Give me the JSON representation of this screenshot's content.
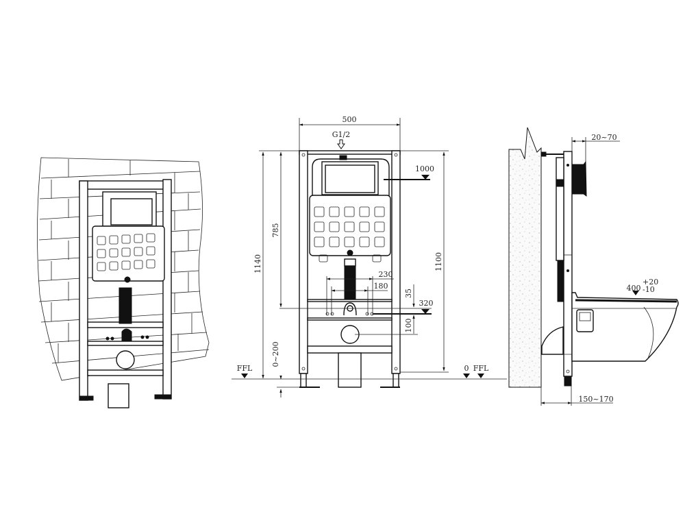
{
  "drawing": {
    "title": "Concealed cistern installation frame — technical drawing",
    "views": {
      "perspective": {
        "label": "perspective-view"
      },
      "front": {
        "label": "front-view",
        "dimensions": {
          "width": "500",
          "water_inlet": "G1/2",
          "inlet_height": "1000",
          "frame_height": "1140",
          "flush_height": "785",
          "top_height": "1100",
          "bolt_spacing_outer": "230",
          "bolt_spacing_inner": "180",
          "offset_35": "35",
          "bolt_height": "320",
          "offset_100": "100",
          "leg_adjust": "0~200",
          "ffl_left": "FFL",
          "zero": "0",
          "ffl_right": "FFL"
        }
      },
      "side": {
        "label": "side-view",
        "dimensions": {
          "plate_depth": "20~70",
          "seat_height": "400",
          "seat_tol_plus": "+20",
          "seat_tol_minus": "-10",
          "wall_depth": "150~170"
        }
      }
    },
    "colors": {
      "line": "#111111",
      "background": "#ffffff",
      "wall_texture": "#f4f4f4"
    }
  }
}
